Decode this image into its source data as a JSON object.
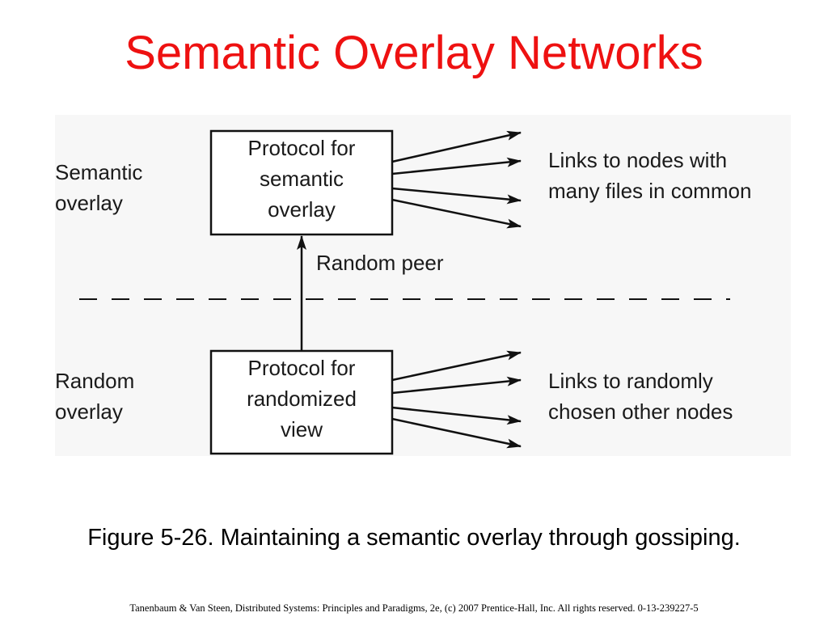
{
  "slide": {
    "title": "Semantic Overlay Networks",
    "caption": "Figure 5-26. Maintaining a semantic overlay through gossiping.",
    "footer": "Tanenbaum & Van Steen, Distributed Systems: Principles and Paradigms, 2e, (c) 2007 Prentice-Hall, Inc. All rights reserved. 0-13-239227-5"
  },
  "diagram": {
    "semantic_layer": {
      "label_lines": [
        "Semantic",
        "overlay"
      ],
      "protocol_lines": [
        "Protocol for",
        "semantic",
        "overlay"
      ],
      "links_lines": [
        "Links to nodes with",
        "many files in common"
      ]
    },
    "connector_label": "Random peer",
    "random_layer": {
      "label_lines": [
        "Random",
        "overlay"
      ],
      "protocol_lines": [
        "Protocol for",
        "randomized",
        "view"
      ],
      "links_lines": [
        "Links to randomly",
        "chosen other nodes"
      ]
    }
  }
}
